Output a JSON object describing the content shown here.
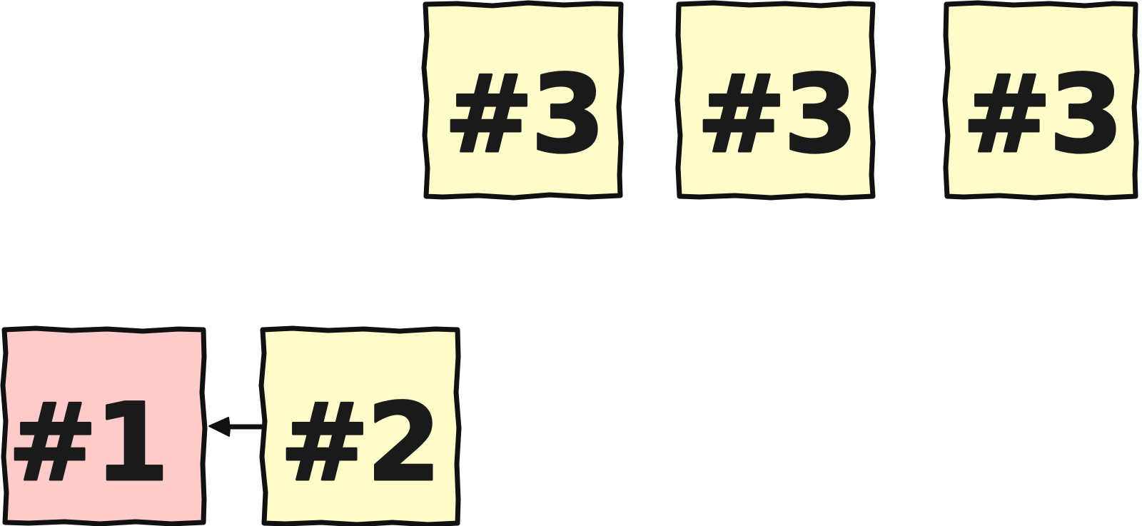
{
  "cards": [
    {
      "id": "card-3a",
      "label": "#3",
      "fill": "#fefdc9"
    },
    {
      "id": "card-3b",
      "label": "#3",
      "fill": "#fefdc9"
    },
    {
      "id": "card-3c",
      "label": "#3",
      "fill": "#fefdc9"
    },
    {
      "id": "card-1",
      "label": "#1",
      "fill": "#fecbcb"
    },
    {
      "id": "card-2",
      "label": "#2",
      "fill": "#fefdc9"
    }
  ],
  "connections": [
    {
      "from": "card-2",
      "to": "card-1"
    }
  ],
  "colors": {
    "outline": "#111111",
    "text": "#1a1a1a",
    "highlight": "#fecbcb",
    "note": "#fefdc9"
  }
}
